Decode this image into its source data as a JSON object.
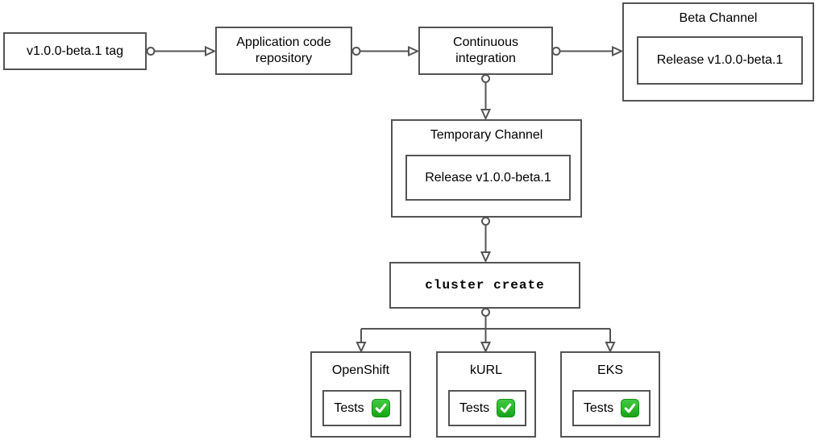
{
  "diagram": {
    "type": "flowchart",
    "background": "#ffffff",
    "stroke_color": "#545454",
    "text_color": "#000000",
    "nodes": {
      "tag": {
        "label": "v1.0.0-beta.1 tag"
      },
      "repo": {
        "line1": "Application code",
        "line2": "repository"
      },
      "ci": {
        "line1": "Continuous",
        "line2": "integration"
      },
      "beta_channel": {
        "title": "Beta Channel",
        "release": "Release v1.0.0-beta.1"
      },
      "temporary_channel": {
        "title": "Temporary Channel",
        "release": "Release v1.0.0-beta.1"
      },
      "cluster_create": {
        "label": "cluster create"
      },
      "platforms": [
        {
          "title": "OpenShift",
          "tests_label": "Tests",
          "status_icon": "green-check"
        },
        {
          "title": "kURL",
          "tests_label": "Tests",
          "status_icon": "green-check"
        },
        {
          "title": "EKS",
          "tests_label": "Tests",
          "status_icon": "green-check"
        }
      ]
    },
    "edges": [
      {
        "from": "tag",
        "to": "repo"
      },
      {
        "from": "repo",
        "to": "ci"
      },
      {
        "from": "ci",
        "to": "beta_channel"
      },
      {
        "from": "ci",
        "to": "temporary_channel"
      },
      {
        "from": "temporary_channel",
        "to": "cluster_create"
      },
      {
        "from": "cluster_create",
        "to": "openshift"
      },
      {
        "from": "cluster_create",
        "to": "kurl"
      },
      {
        "from": "cluster_create",
        "to": "eks"
      }
    ],
    "icons": {
      "tests_check": "✅"
    },
    "colors": {
      "check_green_top": "#43cc43",
      "check_green_bottom": "#16a316",
      "check_mark": "#ffffff"
    }
  }
}
